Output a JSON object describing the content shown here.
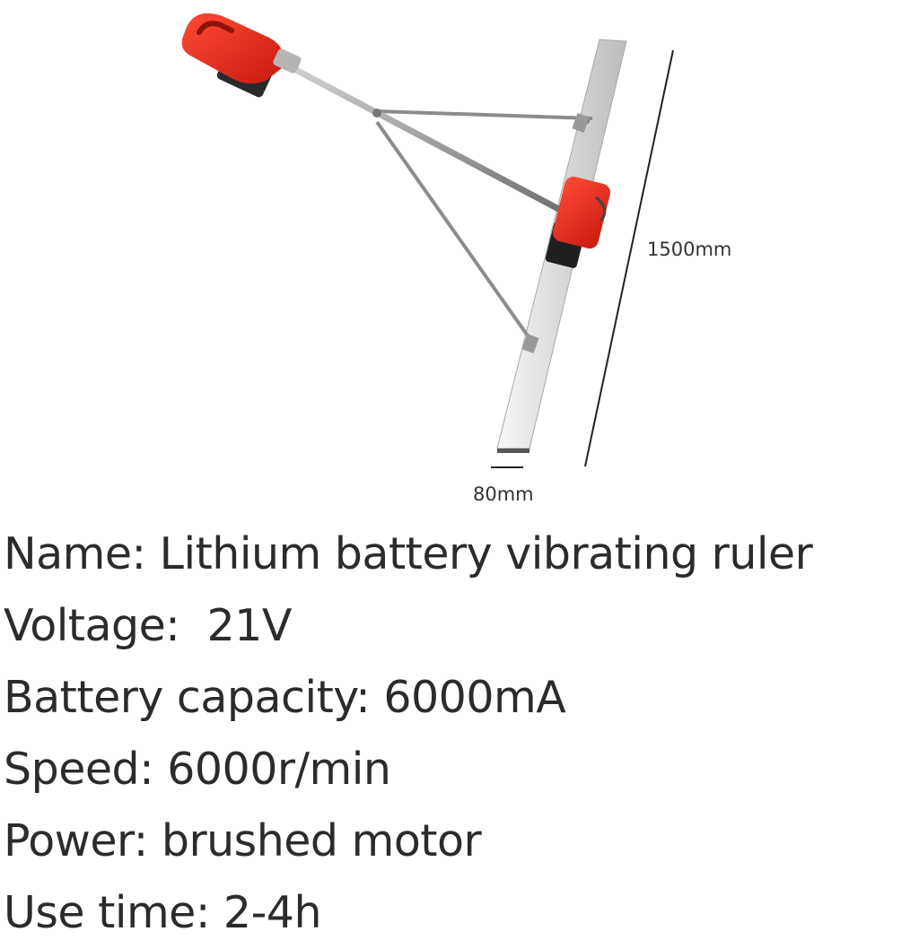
{
  "dimensions": {
    "length": "1500mm",
    "width": "80mm"
  },
  "colors": {
    "motor": "#e8291c",
    "battery": "#222222",
    "ruler": "#e4e4e4",
    "rod": "#9a9a9a"
  },
  "specs": [
    {
      "label": "Name:",
      "value": " Lithium battery vibrating ruler"
    },
    {
      "label": "Voltage:",
      "value": "  21V"
    },
    {
      "label": "Battery capacity:",
      "value": " 6000mA"
    },
    {
      "label": "Speed:",
      "value": " 6000r/min"
    },
    {
      "label": "Power:",
      "value": " brushed motor"
    },
    {
      "label": "Use time:",
      "value": " 2-4h"
    }
  ]
}
